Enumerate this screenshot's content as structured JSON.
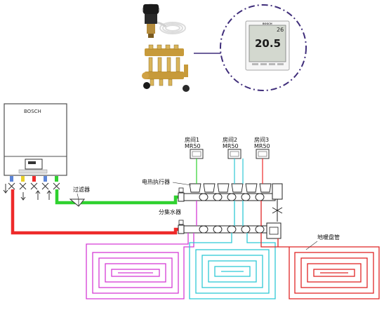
{
  "boiler": {
    "brand": "BOSCH"
  },
  "thermostat": {
    "brand": "BOSCH",
    "display_value": "20.5",
    "secondary_value": "26"
  },
  "labels": {
    "filter": "过滤器",
    "actuator": "电热执行器",
    "manifold": "分集水器",
    "floor_coil": "地暖盘管"
  },
  "rooms": [
    {
      "name": "房间1",
      "model": "MR50"
    },
    {
      "name": "房间2",
      "model": "MR50"
    },
    {
      "name": "房间3",
      "model": "MR50"
    }
  ],
  "colors": {
    "supply": "#ee2a2a",
    "return": "#2fd12f",
    "loop1": "#d63bd6",
    "loop2": "#2fc9d6",
    "loop3": "#e02525",
    "ring": "#3f2d7a",
    "pipe_cold": "#5b84d8",
    "pipe_yellow": "#e8cf2a"
  },
  "icons": [
    "actuator-photo-icon",
    "manifold-photo-icon",
    "boiler-icon",
    "thermostat-icon",
    "filter-icon",
    "valve-icon",
    "pump-icon"
  ]
}
